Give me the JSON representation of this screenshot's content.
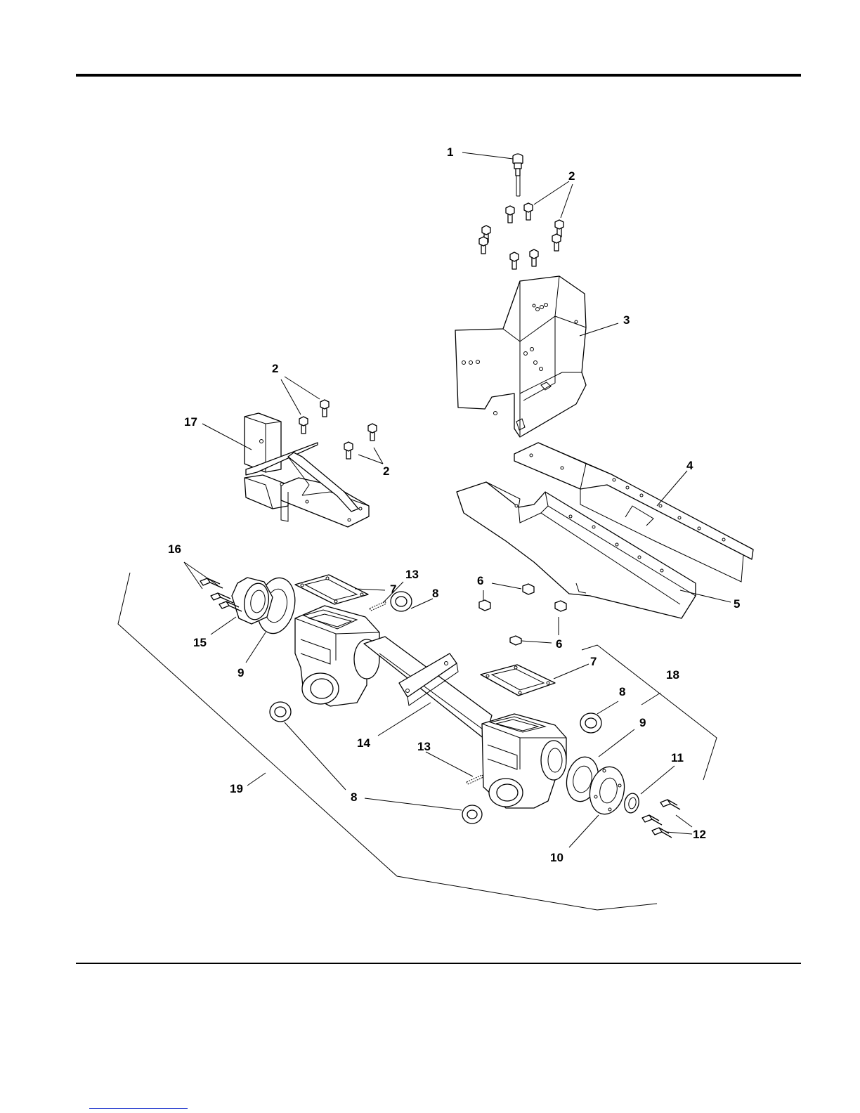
{
  "callouts": [
    {
      "id": "c1",
      "label": "1"
    },
    {
      "id": "c2a",
      "label": "2"
    },
    {
      "id": "c2b",
      "label": "2"
    },
    {
      "id": "c2c",
      "label": "2"
    },
    {
      "id": "c3",
      "label": "3"
    },
    {
      "id": "c4",
      "label": "4"
    },
    {
      "id": "c5",
      "label": "5"
    },
    {
      "id": "c6a",
      "label": "6"
    },
    {
      "id": "c6b",
      "label": "6"
    },
    {
      "id": "c7a",
      "label": "7"
    },
    {
      "id": "c7b",
      "label": "7"
    },
    {
      "id": "c8a",
      "label": "8"
    },
    {
      "id": "c8b",
      "label": "8"
    },
    {
      "id": "c8c",
      "label": "8"
    },
    {
      "id": "c9a",
      "label": "9"
    },
    {
      "id": "c9b",
      "label": "9"
    },
    {
      "id": "c10",
      "label": "10"
    },
    {
      "id": "c11",
      "label": "11"
    },
    {
      "id": "c12",
      "label": "12"
    },
    {
      "id": "c13a",
      "label": "13"
    },
    {
      "id": "c13b",
      "label": "13"
    },
    {
      "id": "c14",
      "label": "14"
    },
    {
      "id": "c15",
      "label": "15"
    },
    {
      "id": "c16",
      "label": "16"
    },
    {
      "id": "c17",
      "label": "17"
    },
    {
      "id": "c18",
      "label": "18"
    },
    {
      "id": "c19",
      "label": "19"
    }
  ]
}
